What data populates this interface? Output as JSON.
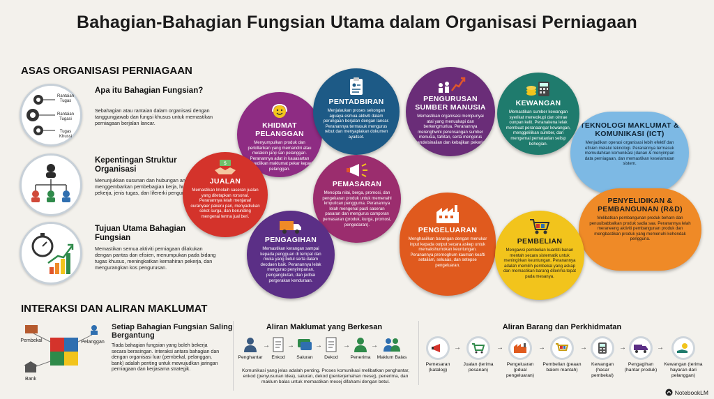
{
  "title": "Bahagian-Bahagian Fungsian Utama dalam Organisasi Perniagaan",
  "asas": {
    "heading": "ASAS ORGANISASI PERNIAGAAN",
    "cards": [
      {
        "title": "Apa itu Bahagian Fungsian?",
        "text": "Sebahagian atau rantaian dalam organisasi dengan tanggungjawab dan fungsi khusus untuk memastikan perniagaan berjalan lancar.",
        "labels": [
          "Rantaian Tugas",
          "Rantaian Tugasi",
          "Tugas Khussi"
        ]
      },
      {
        "title": "Kepentingan Struktur Organisasi",
        "text": "Menunjukkan susunan dan hubungan antara bahagian, menggembarkan pembebagian kerja, hubungan ketue-pekerja, jenis tugas, dan lifererki pengurusan."
      },
      {
        "title": "Tujuan Utama Bahagian Fungsian",
        "text": "Memastikan semua aktiviti perniagaan dilakukan dengan pantas dan efisien, menumpukan pada bidang tugas khusus, meningkatkan kemahiran pekerja, dan mengurangkan kos pengurusan."
      }
    ]
  },
  "departments": {
    "khidmat": {
      "name": "KHIDMAT PELANGGAN",
      "desc": "Menyumpulkan produk dan perkillarikan yang memandiri atau melakiin janji san pelanggan. Peranannya adat in kauasartan menyediikan maklumat pekar kepada pelanggan."
    },
    "pentadbiran": {
      "name": "PENTADBIRAN",
      "desc": "Menjalaukan proses sekongan aguaya esmua aktiviti dalam perungaan berjalan dengan lancar. Peranannya termasuk mengurus rebut dan menyapiakan dokumen ayaitsot."
    },
    "sumber": {
      "name": "PENGURUSAN SUMBER MANUSIA",
      "desc": "Memastikan organisasi mempunyai atai yang menuukapi dan berkengmurlua. Peranannya merenghwini perensangan sumber menusla, tahitan, serta mengorus gandelsinailan dan kebajikan pekerja."
    },
    "kewangan": {
      "name": "KEWANGAN",
      "desc": "Memastikan sumber kewangan syerikat meneokupi dan oinrae ounpan kelit. Peranakena lelak membuat peranaangar kowangan, menggelilikan sumber, dan mengemai pemataolan selisp behegian."
    },
    "ict": {
      "name": "TEKNOLOGI MAKLUMAT & KOMUNIKASI (ICT)",
      "desc": "Menjadikan operasi organisasi lebih efektif dan efisien melalui teknologi. Peranannya termasuk memudahkan komunikasi (danan & menyimpan data perniagaan, dan memastikan keselamatan sistem."
    },
    "jualan": {
      "name": "JUALAN",
      "desc": "Memastikan lmolaih saseran jualan yang ditetapkan rorsonal. Peranannya lelah menjanaf ouranyaer pakeru pan, menyadiukan sekot surga, dan berunding mengenai terma jual beri."
    },
    "pemasaran": {
      "name": "PEMASARAN",
      "desc": "Mencipta nilai, berga, promosi, dan pengekaran produk untuk memenahl kmpulican pengguma. Peranannya lelah mengenal pasti saseran pasaran dan mengurus camporan pemasaran (produk, kurga, promosi, pengedaran)."
    },
    "pengeluaran": {
      "name": "PENGELUARAN",
      "desc": "Menghasilkan barangan dengan menukar input kepada output secara askep untuk memakshumokan keuntungan. Peranannya prernoghum kauman keafti setaliam, seluaas, dan setepse pengeluaran."
    },
    "penyelidikan": {
      "name": "PENYELIDIKAN & PEMBANGUNAN (R&D)",
      "desc": "Melibatkan pembangunan produk beharn dan penuuibabbalkan produk sadia saa. Peranannya lelah meraneeng aktiviti pembangunan produk dan mengbastikan produk yang memenuhi kehendak pengguna."
    },
    "pengagihan": {
      "name": "PENGAGIHAN",
      "desc": "Memastikan kerangan sampai kepada pengguan di tempat dan muka yang betul serta dalam deodaen baik. Peranannya lelak mengurao penyimpanan, pengangkutan, dan jedbai pergerakan kenduraan."
    },
    "pembelian": {
      "name": "PEMBELIAN",
      "desc": "Mengawsi pembelian kuantiti banan mentah secara sistematik untuk meningirkan keuntungan. Peranannya adalah memilih pembekal yang askap dan memastikan barang diterima tepat pada mesanya."
    }
  },
  "interaksi": {
    "heading": "INTERAKSI DAN ALIRAN MAKLUMAT",
    "labels": {
      "pembekal": "Pembekal",
      "pelanggan": "Pelanggan",
      "bank": "Bank"
    },
    "title": "Setiap Bahagian Fungsian Saling Bergantung",
    "text": "Tiada bahagian fungsian yang boleh bekerja secara berasingan. Interaksi antara bahagian dan dengan organisasi luar (pembekal, pelanggan, bank) adalah penting untuk mewujudkan jaringan perniagaan dan kerjasama strategik."
  },
  "aliran_maklumat": {
    "title": "Aliran Maklumat yang Berkesan",
    "steps": [
      "Penghantar",
      "Enkod",
      "Saluran",
      "Dekod",
      "Penerima",
      "Maklum Balas"
    ],
    "caption": "Komunikasi yang jelas adalah penting. Proses komunikasi melibatkan penghantar, enkod (penyusunan idea), saluran, dekod (penterjemahan mesej), penerima, dan maklum balas untuk memastikan mesej difahami dengan betul."
  },
  "aliran_barang": {
    "title": "Aliran Barang dan Perkhidmatan",
    "steps": [
      "Pemesaran (katalog)",
      "Jualan (terima pesanan)",
      "Pengeluaran (pdual pengeluaran)",
      "Pembelian (peaan balom mantah)",
      "Kewangan (hasar pembekal)",
      "Pengagihan (hantar produk)",
      "Kewangan (terima hayaran dari pelanggan)"
    ]
  },
  "brand": "NotebookLM",
  "colors": {
    "khidmat": "#8e2c83",
    "pentadbiran": "#1d5a86",
    "sumber": "#6a2d78",
    "kewangan": "#1f7b6d",
    "ict": "#7db9e4",
    "jualan": "#d4332b",
    "pemasaran": "#9b2d6e",
    "pengeluaran": "#e05a1e",
    "penyelidikan": "#ef8a27",
    "pengagihan": "#5b2f86",
    "pembelian": "#f2c41c"
  }
}
